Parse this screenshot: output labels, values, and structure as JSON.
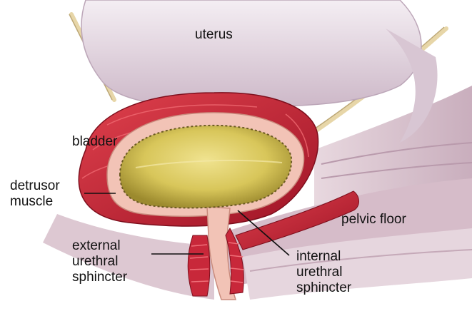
{
  "labels": {
    "uterus": "uterus",
    "bladder": "bladder",
    "detrusor_muscle": [
      "detrusor",
      "muscle"
    ],
    "pelvic_floor": "pelvic floor",
    "external_urethral_sphincter": [
      "external",
      "urethral",
      "sphincter"
    ],
    "internal_urethral_sphincter": [
      "internal",
      "urethral",
      "sphincter"
    ]
  },
  "colors": {
    "uterus": "#e9dde6",
    "muscle": "#c8283a",
    "bladder_wall": "#f2c3b6",
    "urine": "#d8c65a",
    "pelvic_floor_tissue": "#dcc6d0",
    "ligament": "#e7d6a8"
  }
}
